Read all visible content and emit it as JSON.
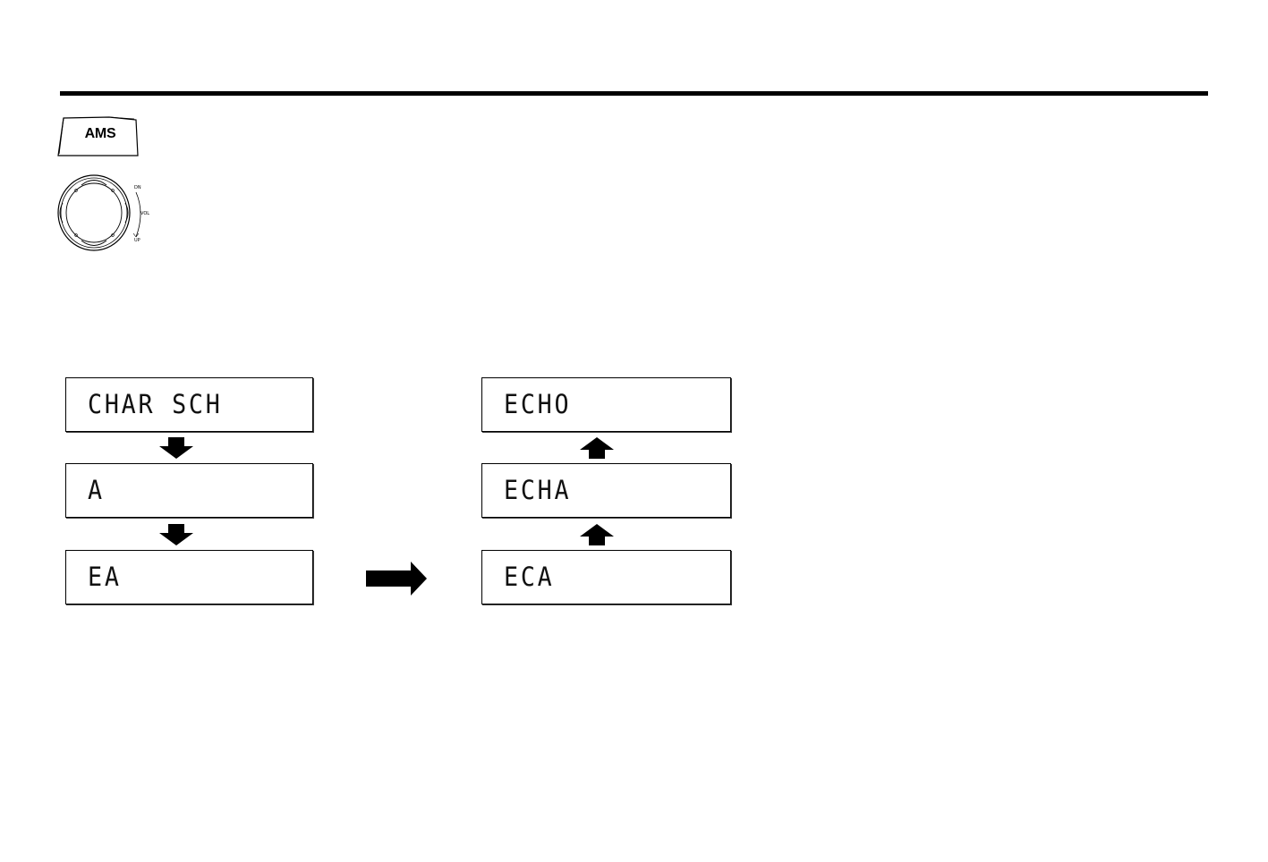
{
  "controls": {
    "ams_button": {
      "label": "AMS",
      "icon": "ams-button-icon"
    },
    "volume_knob": {
      "icon": "volume-knob-icon",
      "label_top": "DN",
      "label_mid": "VOL",
      "label_bottom": "UP"
    }
  },
  "sequence": {
    "left_column": [
      {
        "display": "CHAR SCH"
      },
      {
        "display": "A"
      },
      {
        "display": "EA"
      }
    ],
    "right_column": [
      {
        "display": "ECHO"
      },
      {
        "display": "ECHA"
      },
      {
        "display": "ECA"
      }
    ],
    "arrow_icons": {
      "down": "arrow-down-icon",
      "up": "arrow-up-icon",
      "right": "arrow-right-icon"
    }
  },
  "colors": {
    "ink": "#000000",
    "background": "#ffffff"
  }
}
